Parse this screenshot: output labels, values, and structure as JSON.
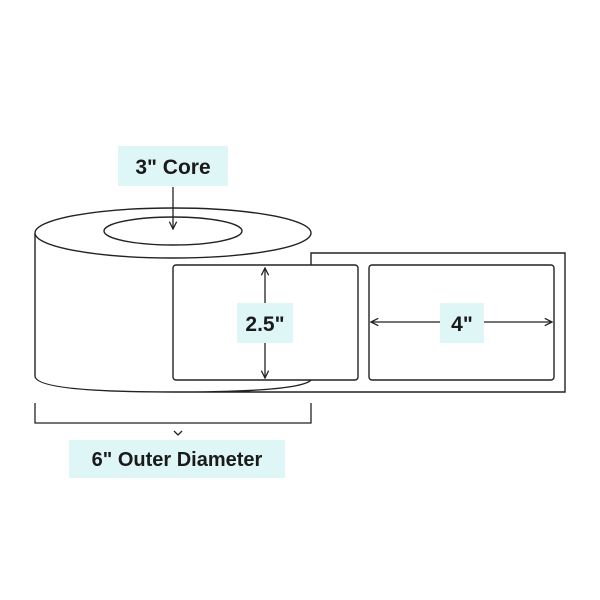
{
  "diagram": {
    "core_label": "3\" Core",
    "height_label": "2.5\"",
    "width_label": "4\"",
    "outer_diameter_label": "6\" Outer Diameter"
  },
  "colors": {
    "label_background": "#dff6f7",
    "stroke": "#222222",
    "text": "#1a1a1a",
    "background": "#ffffff"
  }
}
